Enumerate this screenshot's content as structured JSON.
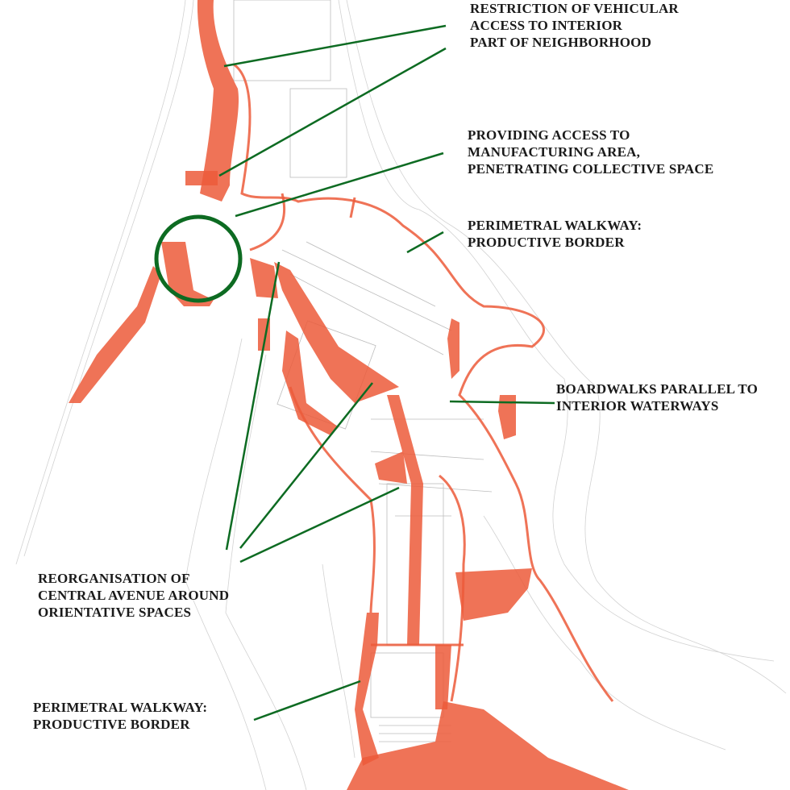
{
  "colors": {
    "accent_red": "#ec5a3a",
    "leader_green": "#0d6b22",
    "contour_gray": "#c8c8c8",
    "text": "#1a1a1a"
  },
  "annotations": [
    {
      "id": "restriction",
      "lines": [
        "RESTRICTION OF VEHICULAR",
        "ACCESS TO INTERIOR",
        "PART OF NEIGHBORHOOD"
      ]
    },
    {
      "id": "manufacturing",
      "lines": [
        "PROVIDING ACCESS TO",
        "MANUFACTURING AREA,",
        "PENETRATING COLLECTIVE SPACE"
      ]
    },
    {
      "id": "perimetral-top",
      "lines": [
        "PERIMETRAL WALKWAY:",
        "PRODUCTIVE BORDER"
      ]
    },
    {
      "id": "boardwalks",
      "lines": [
        "BOARDWALKS PARALLEL TO",
        "INTERIOR WATERWAYS"
      ]
    },
    {
      "id": "central-avenue",
      "lines": [
        "REORGANISATION OF",
        "CENTRAL AVENUE AROUND",
        "ORIENTATIVE SPACES"
      ]
    },
    {
      "id": "perimetral-bottom",
      "lines": [
        "PERIMETRAL WALKWAY:",
        "PRODUCTIVE BORDER"
      ]
    }
  ]
}
